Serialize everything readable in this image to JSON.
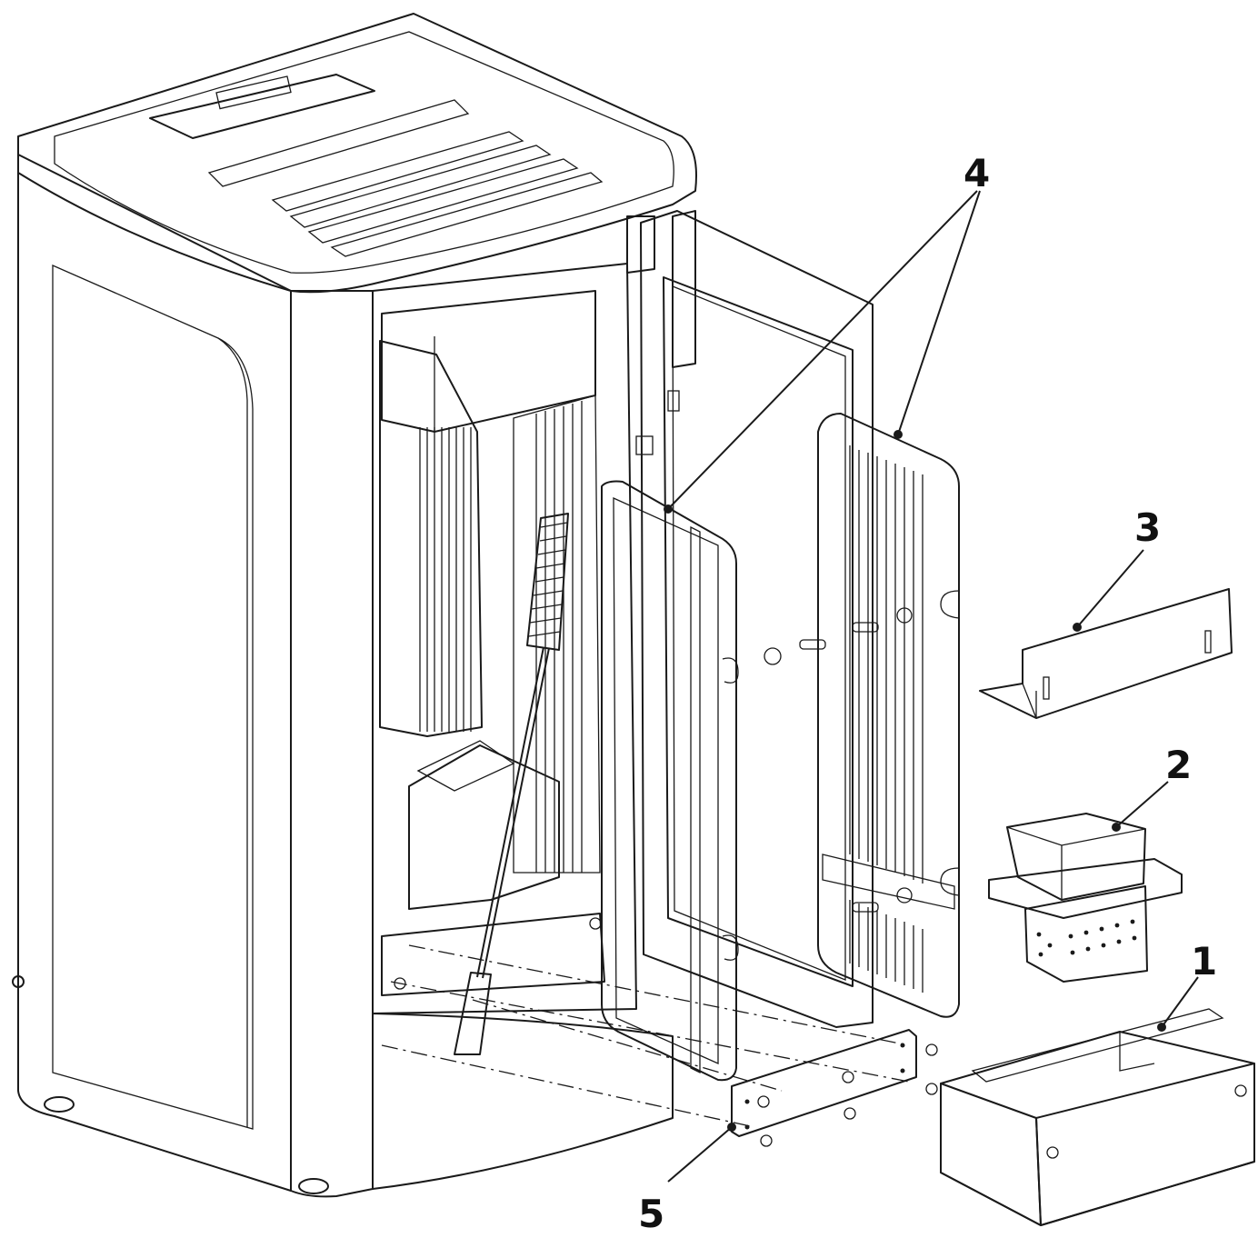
{
  "colors": {
    "stroke": "#1a1a1a",
    "body_light": "#f2f2f2",
    "body_mid": "#e2e2e2",
    "body_dark": "#c9c9c9",
    "part_fill": "#d4d4d4",
    "cavity": "#ffffff"
  },
  "callouts": [
    {
      "id": "1",
      "label": "1"
    },
    {
      "id": "2",
      "label": "2"
    },
    {
      "id": "3",
      "label": "3"
    },
    {
      "id": "4",
      "label": "4"
    },
    {
      "id": "5",
      "label": "5"
    }
  ],
  "parts": {
    "stove": "pellet-stove-body",
    "door": "open-front-door",
    "brush": "cleaning-brush",
    "panel_left": "side-lining-panel",
    "panel_right": "ribbed-rear-panel",
    "plate": "bottom-cover-plate",
    "deflector": "flame-deflector",
    "burner_pot": "perforated-burner-pot",
    "ash_drawer": "ash-drawer"
  }
}
